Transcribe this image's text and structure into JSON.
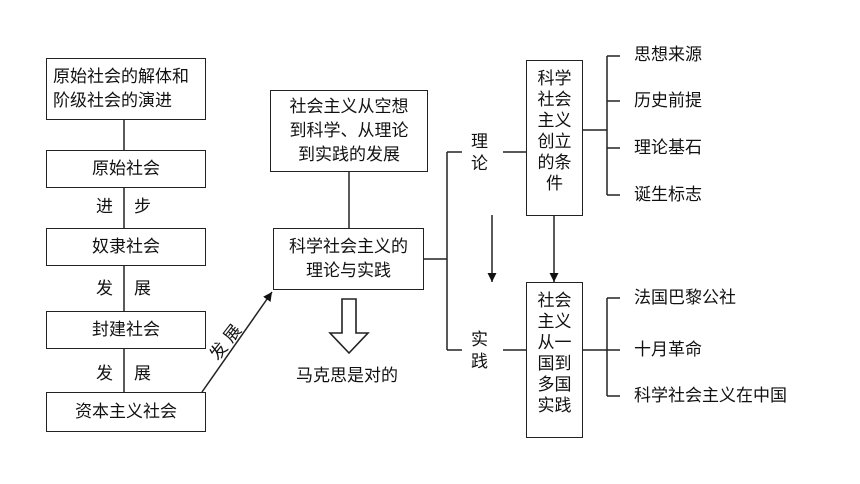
{
  "left_chain": {
    "box1_line1": "原始社会的解体和",
    "box1_line2": "阶级社会的演进",
    "box2": "原始社会",
    "link1": [
      "进",
      "步"
    ],
    "box3": "奴隶社会",
    "link2": [
      "发",
      "展"
    ],
    "box4": "封建社会",
    "link3": [
      "发",
      "展"
    ],
    "box5": "资本主义社会"
  },
  "diagonal_label": "发 展",
  "middle": {
    "top_line1": "社会主义从空想",
    "top_line2": "到科学、从理论",
    "top_line3": "到实践的发展",
    "center_line1": "科学社会主义的",
    "center_line2": "理论与实践",
    "conclusion": "马克思是对的"
  },
  "branches": {
    "theory": [
      "理",
      "论"
    ],
    "practice": [
      "实",
      "践"
    ]
  },
  "theory_box": [
    "科学",
    "社会",
    "主义",
    "创立",
    "的条",
    "件"
  ],
  "theory_items": [
    "思想来源",
    "历史前提",
    "理论基石",
    "诞生标志"
  ],
  "practice_box": [
    "社会",
    "主义",
    "从一",
    "国到",
    "多国",
    "实践"
  ],
  "practice_items": [
    "法国巴黎公社",
    "十月革命",
    "科学社会主义在中国"
  ]
}
